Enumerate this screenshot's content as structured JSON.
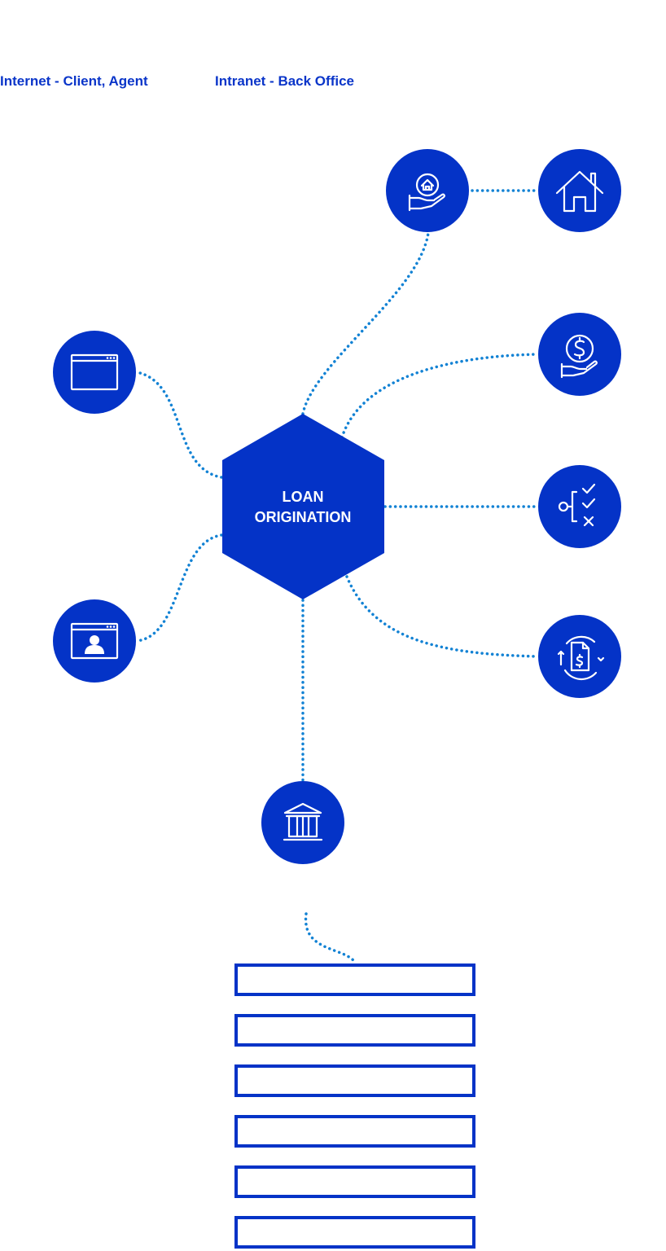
{
  "legend": {
    "internet": "Internet - Client, Agent",
    "intranet": "Intranet - Back Office"
  },
  "hub": {
    "label_line1": "LOAN",
    "label_line2": "ORIGINATION"
  },
  "nodes": [
    {
      "id": "property-care",
      "icon": "house-in-hand-icon"
    },
    {
      "id": "property",
      "icon": "house-icon"
    },
    {
      "id": "web-portal",
      "icon": "browser-window-icon"
    },
    {
      "id": "agent-portal",
      "icon": "user-profile-window-icon"
    },
    {
      "id": "payment",
      "icon": "dollar-in-hand-icon"
    },
    {
      "id": "decision",
      "icon": "checklist-decision-icon"
    },
    {
      "id": "document-cycle",
      "icon": "document-refresh-icon"
    },
    {
      "id": "bank",
      "icon": "bank-building-icon"
    }
  ],
  "stack": {
    "layers": 6
  },
  "colors": {
    "primary": "#0433c7",
    "legend_text": "#0a35c9",
    "connector": "#1282d4",
    "background": "#ffffff"
  }
}
